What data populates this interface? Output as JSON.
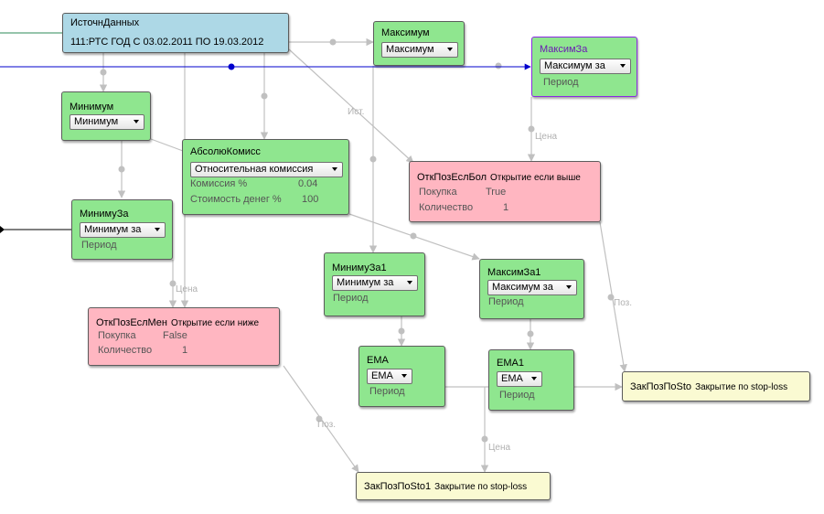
{
  "nodes": {
    "source": {
      "title": "ИсточнДанных",
      "value": "111:РТС ГОД С 03.02.2011 ПО 19.03.2012"
    },
    "max": {
      "title": "Максимум",
      "select": "Максимум"
    },
    "maxza_top": {
      "title": "МаксимЗа",
      "select": "Максимум за",
      "prop": "Период"
    },
    "min": {
      "title": "Минимум",
      "select": "Минимум"
    },
    "abs": {
      "title": "АбсолюКомисс",
      "select": "Относительная комиссия",
      "props": [
        {
          "name": "Комиссия %",
          "value": "0.04"
        },
        {
          "name": "Стоимость денег %",
          "value": "100"
        }
      ]
    },
    "open_above": {
      "title": "ОткПозЕслБол",
      "subtitle": "Открытие если выше",
      "props": [
        {
          "name": "Покупка",
          "value": "True"
        },
        {
          "name": "Количество",
          "value": "1"
        }
      ]
    },
    "minza_left": {
      "title": "МинимуЗа",
      "select": "Минимум за",
      "prop": "Период"
    },
    "minza1": {
      "title": "МинимуЗа1",
      "select": "Минимум за",
      "prop": "Период"
    },
    "maxza1": {
      "title": "МаксимЗа1",
      "select": "Максимум за",
      "prop": "Период"
    },
    "open_below": {
      "title": "ОткПозЕслМен",
      "subtitle": "Открытие если ниже",
      "props": [
        {
          "name": "Покупка",
          "value": "False"
        },
        {
          "name": "Количество",
          "value": "1"
        }
      ]
    },
    "ema": {
      "title": "EMA",
      "select": "EMA",
      "prop": "Период"
    },
    "ema1": {
      "title": "EMA1",
      "select": "EMA",
      "prop": "Период"
    },
    "close_sl": {
      "title": "ЗакПозПоSto",
      "subtitle": "Закрытие по stop-loss"
    },
    "close_sl1": {
      "title": "ЗакПозПоSto1",
      "subtitle": "Закрытие по stop-loss"
    }
  },
  "link_labels": {
    "ist": "Ист.",
    "price_maxza": "Цена",
    "price_open_below": "Цена",
    "poz_right": "Поз.",
    "poz_bottom": "Поз.",
    "price_bottom": "Цена"
  },
  "colors": {
    "node_green": "#8fe68f",
    "node_blue": "#add8e6",
    "node_pink": "#ffb6c1",
    "node_yellow": "#fafad2",
    "link_gray": "#c0c0c0",
    "link_blue": "#0000cd",
    "link_green": "#2e8b57",
    "selected_border": "#8a2be2"
  }
}
